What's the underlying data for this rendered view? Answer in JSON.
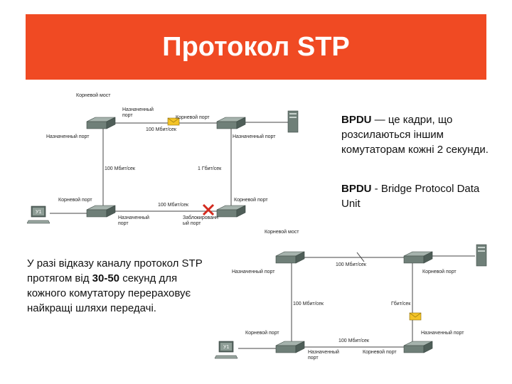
{
  "title": "Протокол STP",
  "bpdu_desc": {
    "term": "BPDU",
    "text": " — це кадри, що розсилаються іншим комутаторам кожні 2 секунди."
  },
  "bpdu_def": {
    "term": "BPDU",
    "text": " - Bridge Protocol Data Unit"
  },
  "failure_text": {
    "before": "У разі відказу каналу протокол STP протягом від ",
    "bold": "30-50",
    "after": " секунд для кожного комутатору перераховує найкращі шляхи передачі."
  },
  "diagram1": {
    "root_bridge": "Корневой мост",
    "designated_port_top": "Назначенный\nпорт",
    "root_port_top_right": "Корневой порт",
    "speed_top": "100 Мбит/сек",
    "designated_port_left": "Назначенный порт",
    "designated_port_right": "Назначенный порт",
    "speed_left": "100 Мбит/сек",
    "speed_right": "1 Гбит/сек",
    "root_port_bottom_left": "Корневой порт",
    "root_port_bottom_right": "Корневой порт",
    "speed_bottom": "100 Мбит/сек",
    "designated_port_bottom": "Назначенный\nпорт",
    "blocked_port": "Заблокированн\nый порт",
    "pc_label": "У1"
  },
  "diagram2": {
    "root_bridge": "Корневой мост",
    "designated_port_left": "Назначенный порт",
    "speed_top": "100 Мбит/сек",
    "root_port_right": "Корневой порт",
    "speed_left": "100 Мбит/сек",
    "speed_right": "Гбит/сек",
    "root_port_left": "Корневой порт",
    "designated_port_right": "Назначенный порт",
    "speed_bottom": "100 Мбит/сек",
    "designated_port_bottom": "Назначенный\nпорт",
    "root_port_bottom": "Корневой порт",
    "pc_label": "У1"
  },
  "colors": {
    "banner": "#f04a23",
    "switch_top": "#7f8f88",
    "switch_side": "#4f5e58",
    "block_x": "#d42a1e",
    "bpdu_envelope": "#f3c326"
  }
}
